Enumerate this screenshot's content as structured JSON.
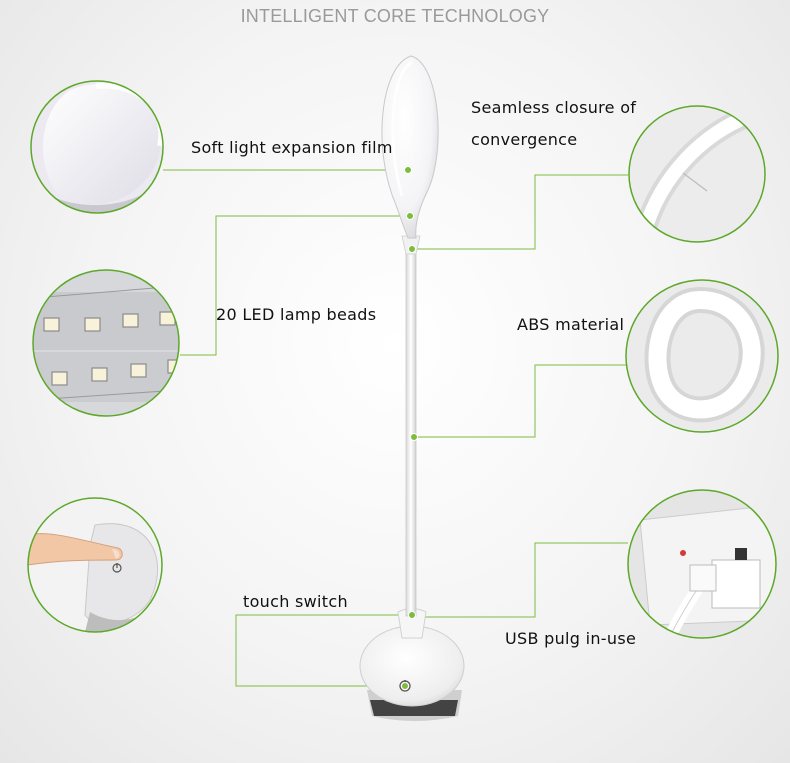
{
  "title": "INTELLIGENT CORE TECHNOLOGY",
  "features": {
    "soft_light": "Soft light expansion film",
    "seamless_line1": "Seamless closure of",
    "seamless_line2": "convergence",
    "led_beads": "20 LED lamp beads",
    "abs": "ABS material",
    "touch_switch": "touch switch",
    "usb": "USB pulg in-use"
  },
  "colors": {
    "leader_line": "#7ebd3c",
    "circle_border": "#5da82a",
    "lamp_white": "#ffffff"
  },
  "icons": [
    "power-icon"
  ]
}
